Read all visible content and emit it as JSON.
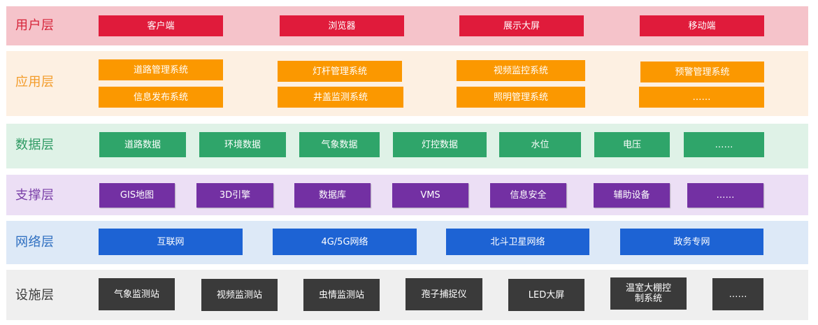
{
  "layers": [
    {
      "label": "用户层",
      "band_color": "#f5c3ca",
      "label_color": "#d6253a",
      "box_color": "#e01b3b",
      "items": [
        "客户端",
        "浏览器",
        "展示大屏",
        "移动端"
      ]
    },
    {
      "label": "应用层",
      "band_color": "#fdf0e2",
      "label_color": "#f39c2a",
      "box_color": "#fb9800",
      "items": [
        "道路管理系统",
        "灯杆管理系统",
        "视频监控系统",
        "预警管理系统",
        "信息发布系统",
        "井盖监测系统",
        "照明管理系统",
        "……"
      ]
    },
    {
      "label": "数据层",
      "band_color": "#dff2e7",
      "label_color": "#2e9a63",
      "box_color": "#2fa56a",
      "items": [
        "道路数据",
        "环境数据",
        "气象数据",
        "灯控数据",
        "水位",
        "电压",
        "……"
      ]
    },
    {
      "label": "支撑层",
      "band_color": "#ecdff5",
      "label_color": "#7a3fa8",
      "box_color": "#7330a3",
      "items": [
        "GIS地图",
        "3D引擎",
        "数据库",
        "VMS",
        "信息安全",
        "辅助设备",
        "……"
      ]
    },
    {
      "label": "网络层",
      "band_color": "#dde9f7",
      "label_color": "#2d6ec0",
      "box_color": "#1d63d4",
      "items": [
        "互联网",
        "4G/5G网络",
        "北斗卫星网络",
        "政务专网"
      ]
    },
    {
      "label": "设施层",
      "band_color": "#efefef",
      "label_color": "#3a3a3a",
      "box_color": "#3a3a3a",
      "items": [
        "气象监测站",
        "视频监测站",
        "虫情监测站",
        "孢子捕捉仪",
        "LED大屏",
        "温室大棚控制系统",
        "……"
      ]
    }
  ]
}
